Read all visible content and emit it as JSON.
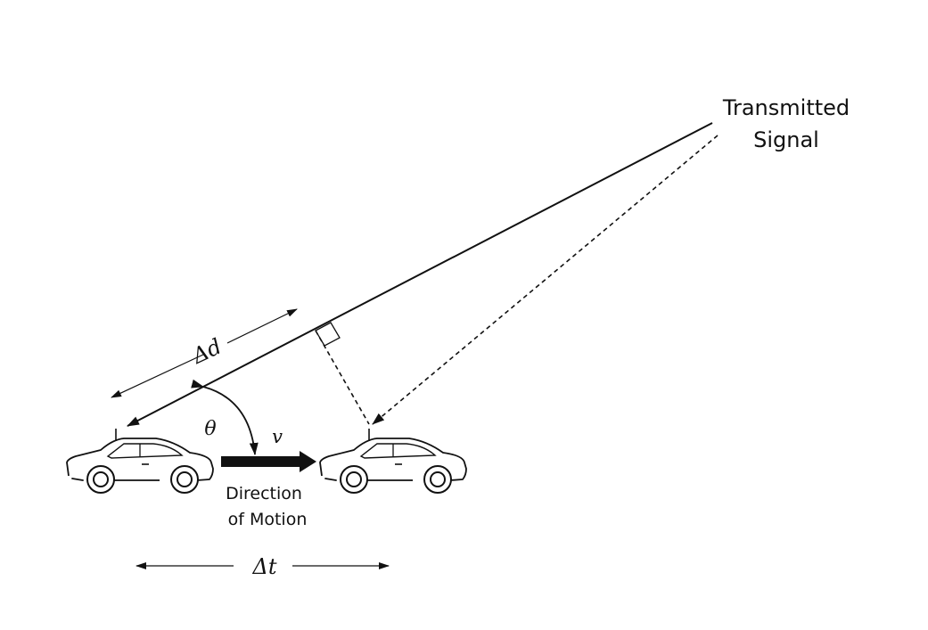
{
  "diagram": {
    "transmitted_signal_line1": "Transmitted",
    "transmitted_signal_line2": "Signal",
    "delta_d_label": "Δd",
    "theta_label": "θ",
    "v_label": "v",
    "direction_line1": "Direction",
    "direction_line2": "of Motion",
    "delta_t_label": "Δt"
  }
}
